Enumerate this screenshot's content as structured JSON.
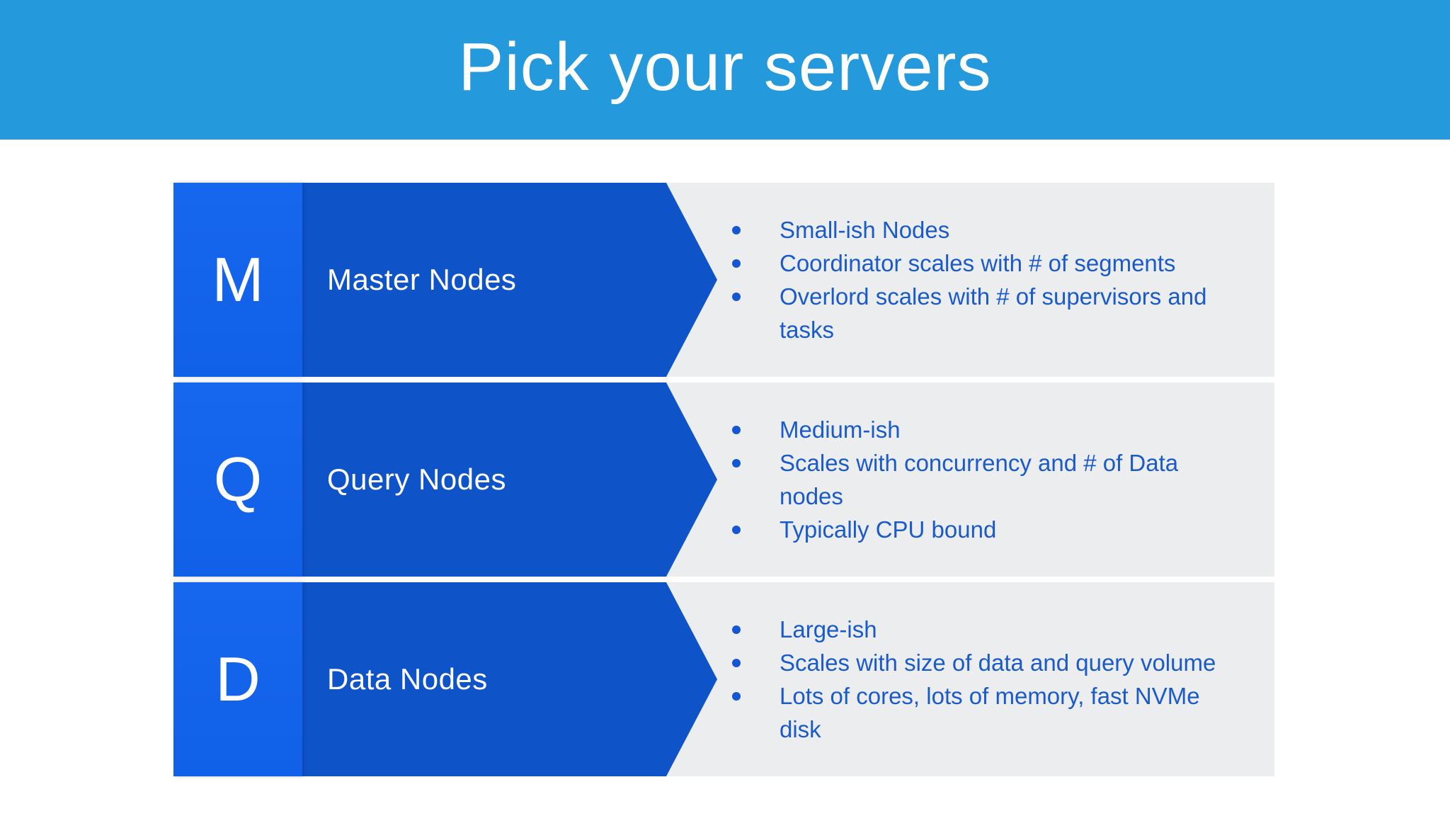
{
  "slide": {
    "title": "Pick your servers"
  },
  "rows": [
    {
      "letter": "M",
      "label": "Master Nodes",
      "bullets": [
        "Small-ish Nodes",
        "Coordinator scales with # of segments",
        "Overlord scales with # of supervisors and\ntasks"
      ]
    },
    {
      "letter": "Q",
      "label": "Query Nodes",
      "bullets": [
        "Medium-ish",
        "Scales with concurrency and # of Data\nnodes",
        "Typically CPU bound"
      ]
    },
    {
      "letter": "D",
      "label": "Data Nodes",
      "bullets": [
        "Large-ish",
        "Scales with size of data and query volume",
        "Lots of cores, lots of memory, fast NVMe\ndisk"
      ]
    }
  ],
  "colors": {
    "header_bg": "#2499DC",
    "badge_bg": "#1464EB",
    "band_bg": "#0F53C9",
    "panel_bg": "#ECEDEF",
    "bullet_text": "#1A5ACB",
    "bullet_dot": "#1557D2",
    "title_text": "#FFFFFF"
  }
}
